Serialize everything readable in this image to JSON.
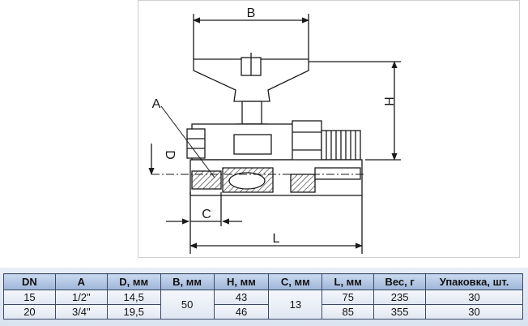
{
  "drawing": {
    "labels": {
      "B": "B",
      "H": "H",
      "A": "A",
      "D": "D",
      "C": "C",
      "L": "L"
    }
  },
  "table": {
    "headers": [
      "DN",
      "A",
      "D, мм",
      "B, мм",
      "H, мм",
      "C, мм",
      "L, мм",
      "Вес, г",
      "Упаковка, шт."
    ],
    "rows": [
      {
        "dn": "15",
        "a": "1/2\"",
        "d": "14,5",
        "h": "43",
        "l": "75",
        "weight": "235",
        "pack": "30"
      },
      {
        "dn": "20",
        "a": "3/4\"",
        "d": "19,5",
        "h": "46",
        "l": "85",
        "weight": "355",
        "pack": "30"
      }
    ],
    "shared": {
      "b": "50",
      "c": "13"
    }
  },
  "colors": {
    "line": "#1a1a1a",
    "hatch": "#222222",
    "header_bg": "#b3c6e3",
    "border": "#3b4b66"
  }
}
